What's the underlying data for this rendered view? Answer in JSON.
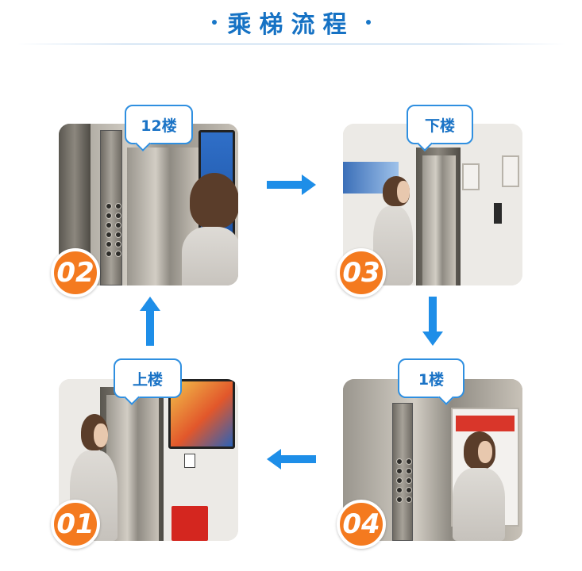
{
  "header": {
    "title": "乘梯流程"
  },
  "steps": [
    {
      "number": "01",
      "label": "上楼"
    },
    {
      "number": "02",
      "label": "12楼"
    },
    {
      "number": "03",
      "label": "下楼"
    },
    {
      "number": "04",
      "label": "1楼"
    }
  ],
  "colors": {
    "accent": "#1672c4",
    "badge": "#f47a1f",
    "arrow": "#1e8ee8"
  },
  "icons": {
    "flow_arrow": "arrow-icon"
  }
}
